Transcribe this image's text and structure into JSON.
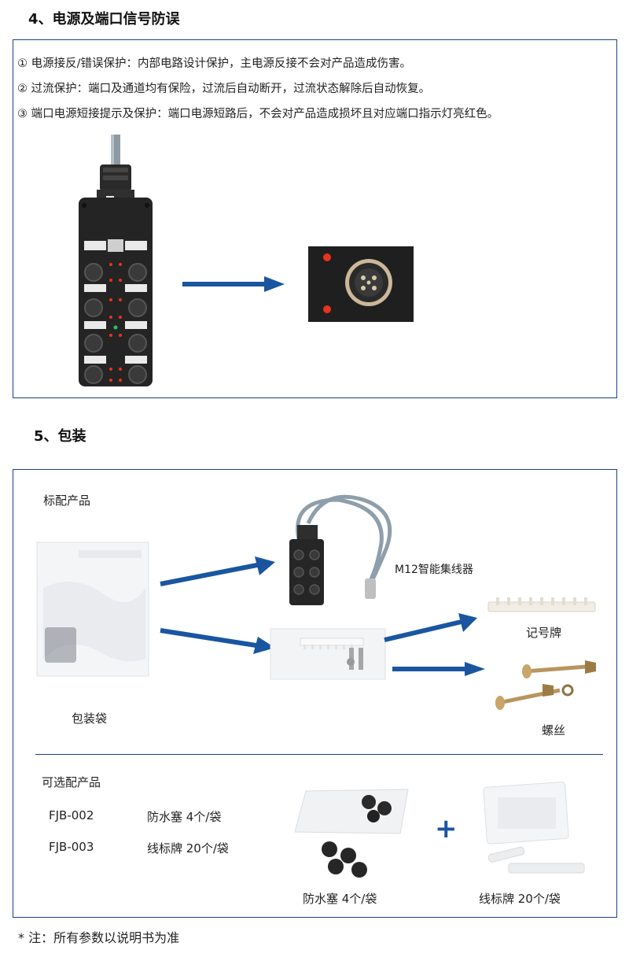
{
  "section4": {
    "title": "4、电源及端口信号防误",
    "features": [
      "① 电源接反/错误保护：内部电路设计保护，主电源反接不会对产品造成伤害。",
      "② 过流保护：端口及通道均有保险，过流后自动断开，过流状态解除后自动恢复。",
      "③ 端口电源短接提示及保护：端口电源短路后，不会对产品造成损坏且对应端口指示灯亮红色。"
    ]
  },
  "section5": {
    "title": "5、包装",
    "standard": {
      "heading": "标配产品",
      "bag_label": "包装袋",
      "hub_label": "M12智能集线器",
      "tag_label": "记号牌",
      "screw_label": "螺丝"
    },
    "optional": {
      "heading": "可选配产品",
      "items": [
        {
          "code": "FJB-002",
          "desc": "防水塞  4个/袋"
        },
        {
          "code": "FJB-003",
          "desc": "线标牌 20个/袋"
        }
      ],
      "image_captions": [
        "防水塞  4个/袋",
        "线标牌  20个/袋"
      ],
      "plus_symbol": "+"
    }
  },
  "footnote": "* 注：所有参数以说明书为准",
  "colors": {
    "frame": "#1c3f8c",
    "arrow": "#1a56a0",
    "led_red": "#e8331f",
    "led_green": "#22c55e"
  }
}
